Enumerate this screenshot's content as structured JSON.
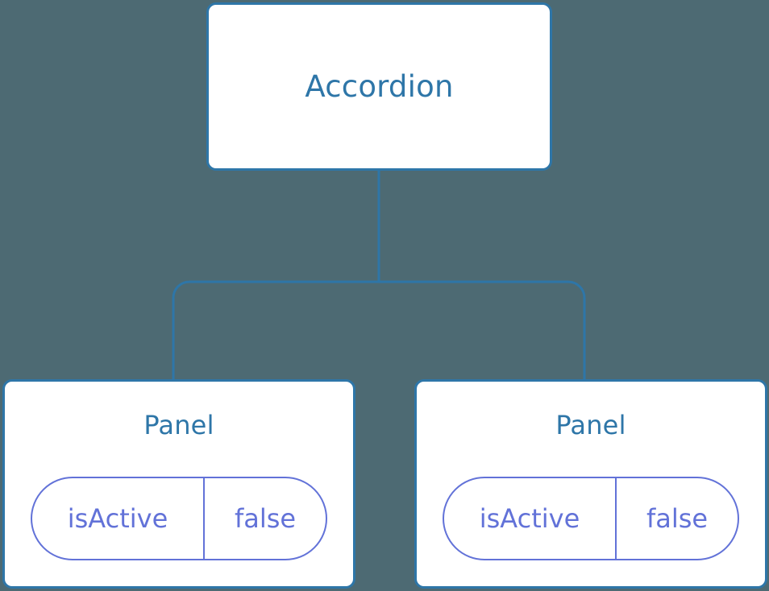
{
  "diagram": {
    "type": "component-tree",
    "background_color": "#4d6a73",
    "node_border_color": "#2e76a8",
    "node_fill_color": "#ffffff",
    "node_title_color": "#2e76a8",
    "connector_color": "#2e76a8",
    "state_accent_color": "#6272d8",
    "root": {
      "title": "Accordion"
    },
    "children": [
      {
        "title": "Panel",
        "state": {
          "key": "isActive",
          "value": "false"
        }
      },
      {
        "title": "Panel",
        "state": {
          "key": "isActive",
          "value": "false"
        }
      }
    ]
  }
}
